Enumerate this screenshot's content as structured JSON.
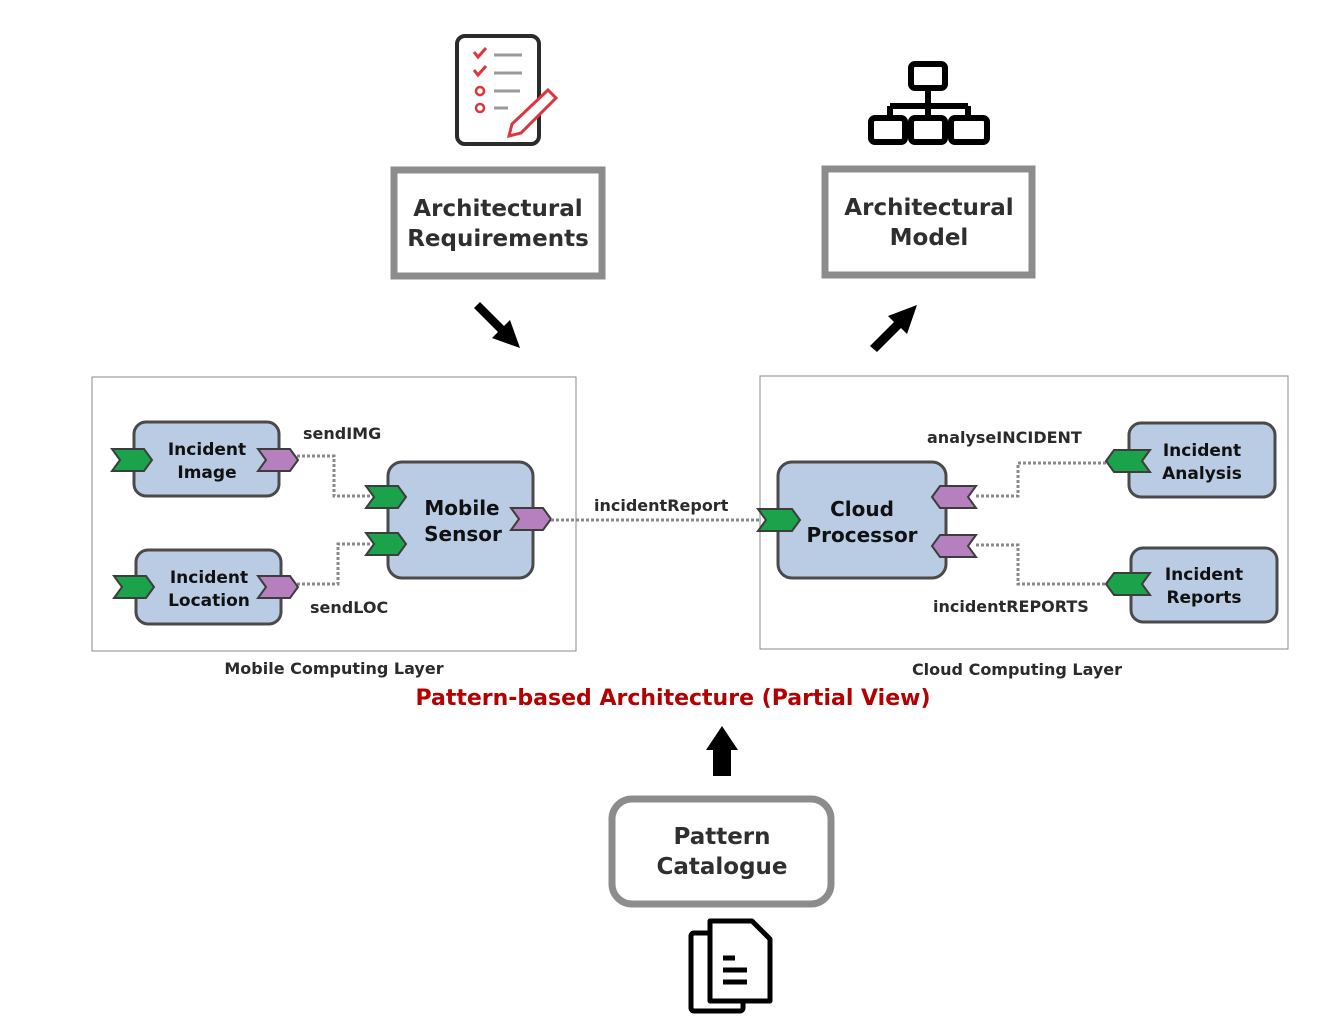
{
  "requirements": {
    "line1": "Architectural",
    "line2": "Requirements",
    "icon": "checklist-pencil-icon"
  },
  "model": {
    "line1": "Architectural",
    "line2": "Model",
    "icon": "hierarchy-icon"
  },
  "mobile_layer": {
    "label": "Mobile Computing Layer",
    "incident_image": {
      "line1": "Incident",
      "line2": "Image"
    },
    "incident_location": {
      "line1": "Incident",
      "line2": "Location"
    },
    "mobile_sensor": {
      "line1": "Mobile",
      "line2": "Sensor"
    },
    "send_img": "sendIMG",
    "send_loc": "sendLOC"
  },
  "incident_report": "incidentReport",
  "cloud_layer": {
    "label": "Cloud Computing Layer",
    "cloud_processor": {
      "line1": "Cloud",
      "line2": "Processor"
    },
    "incident_analysis": {
      "line1": "Incident",
      "line2": "Analysis"
    },
    "incident_reports": {
      "line1": "Incident",
      "line2": "Reports"
    },
    "analyse_incident": "analyseINCIDENT",
    "incident_reports_conn": "incidentREPORTS"
  },
  "title": "Pattern-based Architecture (Partial View)",
  "catalogue": {
    "line1": "Pattern",
    "line2": "Catalogue",
    "icon": "documents-icon"
  },
  "colors": {
    "component_fill": "#b9cce4",
    "provided_port": "#1aa34a",
    "required_port": "#b67fbe",
    "title": "#b30000",
    "box_border": "#8c8c8c",
    "checklist_accent": "#e0343c"
  }
}
